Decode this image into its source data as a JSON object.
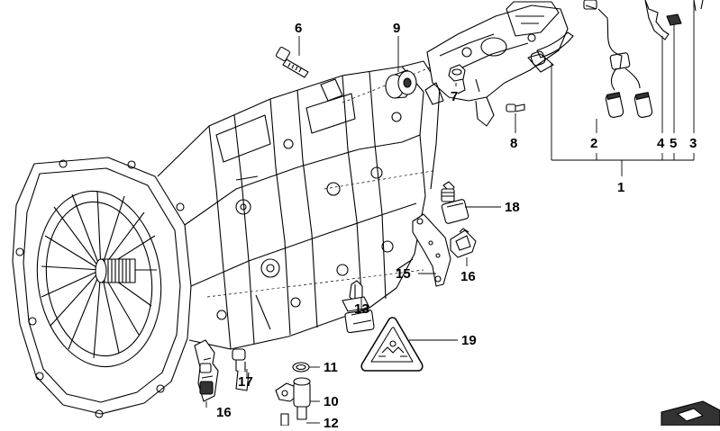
{
  "diagram": {
    "callouts": {
      "n1": "1",
      "n2": "2",
      "n3": "3",
      "n4": "4",
      "n5": "5",
      "n6": "6",
      "n7": "7",
      "n8": "8",
      "n9": "9",
      "n10": "10",
      "n11": "11",
      "n12": "12",
      "n13": "13",
      "n15": "15",
      "n16a": "16",
      "n16b": "16",
      "n17": "17",
      "n18": "18",
      "n19": "19"
    }
  },
  "colors": {
    "line": "#000000",
    "background": "#ffffff",
    "part_fill": "#e9e9e9",
    "dark_fill": "#333333"
  }
}
